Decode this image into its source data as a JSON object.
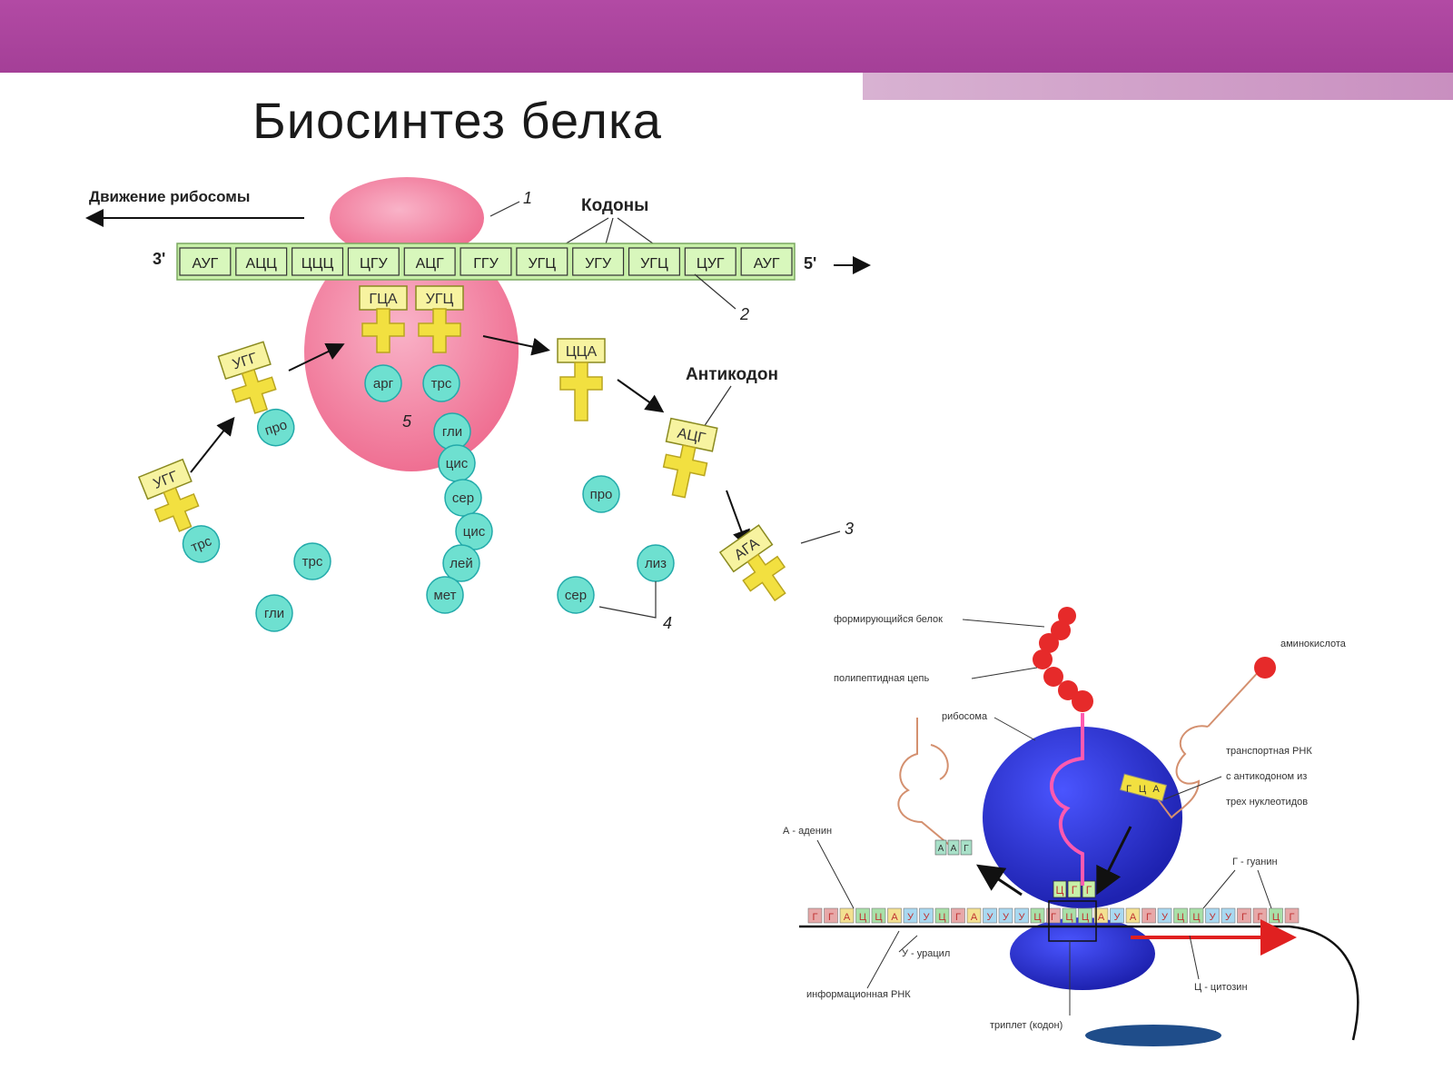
{
  "title": "Биосинтез белка",
  "diagram1": {
    "movement_label": "Движение рибосомы",
    "codons_label": "Кодоны",
    "anticodon_label": "Антикодон",
    "end3": "3'",
    "end5": "5'",
    "codons": [
      "АУГ",
      "АЦЦ",
      "ЦЦЦ",
      "ЦГУ",
      "АЦГ",
      "ГГУ",
      "УГЦ",
      "УГУ",
      "УГЦ",
      "ЦУГ",
      "АУГ"
    ],
    "trna_in_ribosome": [
      "ГЦА",
      "УГЦ"
    ],
    "amino_in_ribosome": [
      "арг",
      "трс"
    ],
    "trna_exit": "ЦЦА",
    "trna_anticodon": "АЦГ",
    "trna_bottom": "АГА",
    "trna_entering": [
      "УГГ",
      "УГГ"
    ],
    "amino_entering": [
      "про",
      "трс"
    ],
    "chain": [
      "гли",
      "цис",
      "сер",
      "цис",
      "лей",
      "мет"
    ],
    "free_amino": [
      "трс",
      "гли",
      "про",
      "лиз",
      "сер"
    ],
    "ribosome_number": "5",
    "numbers": [
      "1",
      "2",
      "3",
      "4"
    ],
    "colors": {
      "ribosome": "#f07a9a",
      "mrna": "#c8f0a8",
      "trna": "#f2e040",
      "amino": "#6ee0d0"
    }
  },
  "diagram2": {
    "labels": {
      "forming_protein": "формирующийся белок",
      "polypeptide": "полипептидная цепь",
      "ribosome": "рибосома",
      "amino_acid": "аминокислота",
      "trna_line1": "транспортная РНК",
      "trna_line2": "с антикодоном из",
      "trna_line3": "трех нуклеотидов",
      "a_adenine": "А - аденин",
      "g_guanine": "Г - гуанин",
      "u_uracil": "У - урацил",
      "mrna": "информационная РНК",
      "c_cytosine": "Ц - цитозин",
      "triplet": "триплет (кодон)"
    },
    "mrna_sequence": [
      "Г",
      "Г",
      "А",
      "Ц",
      "Ц",
      "А",
      "У",
      "У",
      "Ц",
      "Г",
      "А",
      "У",
      "У",
      "У",
      "Ц",
      "Г",
      "Ц",
      "Ц",
      "А",
      "У",
      "А",
      "Г",
      "У",
      "Ц",
      "Ц",
      "У",
      "У",
      "Г",
      "Г",
      "Ц",
      "Г"
    ],
    "codon": [
      "Ц",
      "Г",
      "Г"
    ],
    "anticodon": [
      "Г",
      "Ц",
      "А"
    ],
    "exit_anticodon": [
      "А",
      "А",
      "Г"
    ],
    "colors": {
      "ribosome": "#2b2fd0"
    }
  }
}
